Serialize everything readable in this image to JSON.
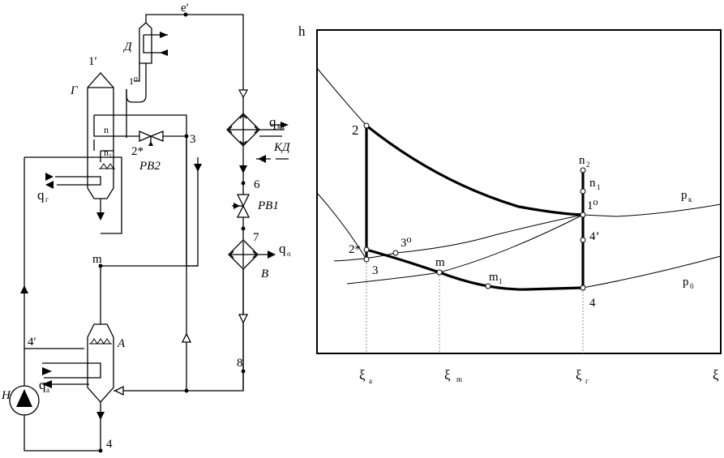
{
  "scheme": {
    "labels": {
      "e_prime": "e′",
      "D": "Д",
      "one_prime": "1′",
      "one_zero": "1⁰",
      "G": "Г",
      "n": "n",
      "n1": "n₁",
      "two_star": "2*",
      "RV2": "РВ2",
      "three": "3",
      "q_main": "q",
      "q_sub": "г",
      "m": "m",
      "four_prime": "4′",
      "A": "А",
      "H": "Н",
      "qa_main": "q",
      "qa_sub": "а",
      "four": "4",
      "qkd_main": "q",
      "qkd_sub": "кд",
      "KD": "КД",
      "six": "6",
      "RV1": "РВ1",
      "seven": "7",
      "q0_main": "q",
      "q0_sub": "о",
      "B": "В",
      "eight": "8"
    }
  },
  "diagram": {
    "y_axis_label": "h",
    "x_axis_label": "ξ",
    "x_ticks": [
      {
        "main": "ξ",
        "sub": "а"
      },
      {
        "main": "ξ",
        "sub": "m"
      },
      {
        "main": "ξ",
        "sub": "г"
      }
    ],
    "point_labels": {
      "p2": "2",
      "n2_main": "n",
      "n2_sub": "2",
      "n1_main": "n",
      "n1_sub": "1",
      "one0": "1⁰",
      "pk_main": "p",
      "pk_sub": "к",
      "four_prime": "4’",
      "two_star": "2*",
      "three0": "3⁰",
      "m": "m",
      "m1_main": "m",
      "m1_sub": "1",
      "three": "3",
      "p0_main": "p",
      "p0_sub": "0",
      "four": "4"
    }
  }
}
